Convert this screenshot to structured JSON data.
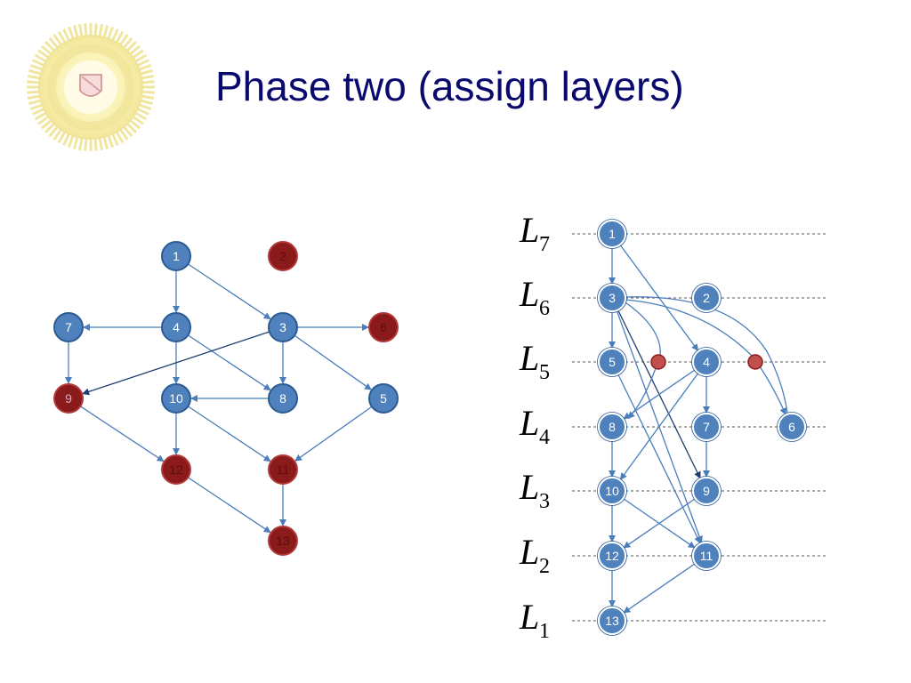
{
  "title": "Phase two (assign layers)",
  "colors": {
    "node_blue": "#4f81bd",
    "node_blue_stroke": "#2c5a95",
    "node_red": "#8b1a1a",
    "node_red_text": "#5c0e0e",
    "edge": "#4a7ebb",
    "edge_dark": "#1f3f72",
    "title": "#0a0a6e",
    "layer_line": "#555555"
  },
  "left_graph": {
    "nodes": [
      {
        "label": "1",
        "state": "normal"
      },
      {
        "label": "2",
        "state": "removed"
      },
      {
        "label": "7",
        "state": "normal"
      },
      {
        "label": "4",
        "state": "normal"
      },
      {
        "label": "3",
        "state": "normal"
      },
      {
        "label": "6",
        "state": "removed"
      },
      {
        "label": "9",
        "state": "removed"
      },
      {
        "label": "10",
        "state": "normal"
      },
      {
        "label": "8",
        "state": "normal"
      },
      {
        "label": "5",
        "state": "normal"
      },
      {
        "label": "12",
        "state": "removed"
      },
      {
        "label": "11",
        "state": "removed"
      },
      {
        "label": "13",
        "state": "removed"
      }
    ],
    "edges": [
      [
        "1",
        "4"
      ],
      [
        "1",
        "3"
      ],
      [
        "4",
        "7"
      ],
      [
        "4",
        "10"
      ],
      [
        "4",
        "8"
      ],
      [
        "3",
        "6"
      ],
      [
        "3",
        "8"
      ],
      [
        "3",
        "5"
      ],
      [
        "3",
        "9"
      ],
      [
        "7",
        "9"
      ],
      [
        "8",
        "10"
      ],
      [
        "9",
        "12"
      ],
      [
        "10",
        "12"
      ],
      [
        "10",
        "11"
      ],
      [
        "5",
        "11"
      ],
      [
        "11",
        "13"
      ],
      [
        "12",
        "13"
      ]
    ]
  },
  "layers": [
    {
      "letter": "L",
      "sub": "7"
    },
    {
      "letter": "L",
      "sub": "6"
    },
    {
      "letter": "L",
      "sub": "5"
    },
    {
      "letter": "L",
      "sub": "4"
    },
    {
      "letter": "L",
      "sub": "3"
    },
    {
      "letter": "L",
      "sub": "2"
    },
    {
      "letter": "L",
      "sub": "1"
    }
  ],
  "right_graph": {
    "nodes": [
      {
        "label": "1",
        "layer": 7
      },
      {
        "label": "3",
        "layer": 6
      },
      {
        "label": "2",
        "layer": 6
      },
      {
        "label": "5",
        "layer": 5
      },
      {
        "label": "4",
        "layer": 5
      },
      {
        "label": "8",
        "layer": 4
      },
      {
        "label": "7",
        "layer": 4
      },
      {
        "label": "6",
        "layer": 4
      },
      {
        "label": "10",
        "layer": 3
      },
      {
        "label": "9",
        "layer": 3
      },
      {
        "label": "12",
        "layer": 2
      },
      {
        "label": "11",
        "layer": 2
      },
      {
        "label": "13",
        "layer": 1
      }
    ],
    "dummy_nodes": [
      {
        "label": "",
        "layer": 5
      },
      {
        "label": "",
        "layer": 5
      }
    ]
  }
}
